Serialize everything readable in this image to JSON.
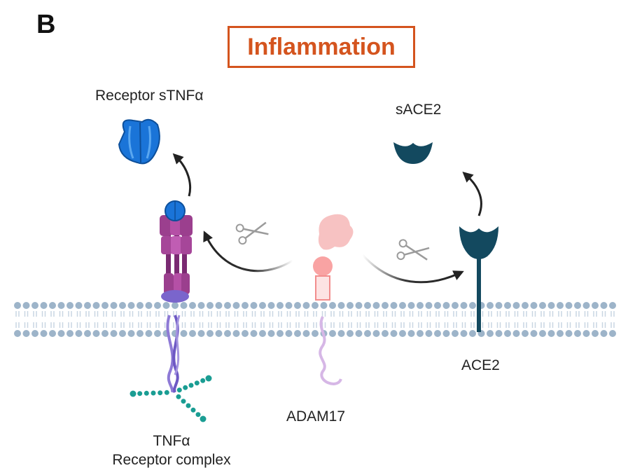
{
  "panel_label": "B",
  "title": "Inflammation",
  "labels": {
    "receptor_stnf": "Receptor sTNFα",
    "sace2": "sACE2",
    "ace2": "ACE2",
    "adam17": "ADAM17",
    "tnf": "TNFα",
    "receptor_complex": "Receptor complex"
  },
  "colors": {
    "accent": "#d4541e",
    "membrane": "#9db4c9",
    "ace2": "#13495f",
    "adam17": "#f6b7b7",
    "tnf_receptor": "#9b3f8e",
    "soluble_receptor": "#1a74d8",
    "tail": "#1a9d93"
  }
}
